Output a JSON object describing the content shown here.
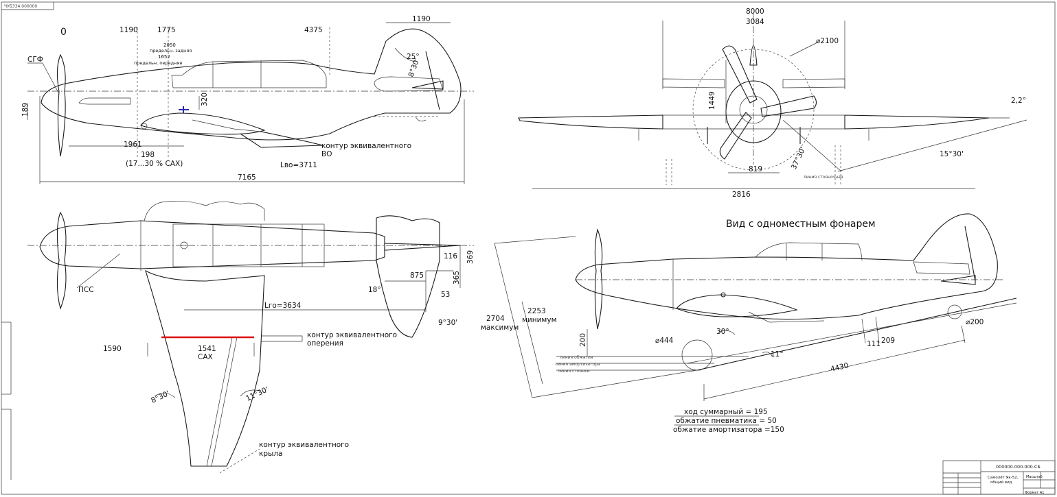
{
  "drawing": {
    "sheet_code": "ЧУБ334.000000",
    "zero_mark": "0",
    "side_view": {
      "dims": [
        "1190",
        "1775",
        "4375",
        "1190",
        "1961",
        "198",
        "(17...30 % САХ)",
        "7165",
        "189",
        "320",
        "25°",
        "8°30'"
      ],
      "cg_note_top": "2050",
      "cg_note_1": "предельн. задняя",
      "cg_note_2": "1652",
      "cg_note_3": "предельн. передняя",
      "sgf": "СГФ",
      "contour_vo_1": "контур эквивалентного",
      "contour_vo_2": "ВО",
      "lvo": "Lво=3711"
    },
    "front_view": {
      "dims": [
        "8000",
        "3084",
        "⌀2100",
        "1449",
        "819",
        "2816",
        "37°30'",
        "15°30'",
        "2,2°"
      ],
      "note": "линия стояночная"
    },
    "top_view": {
      "dims": [
        "116",
        "369",
        "875",
        "365",
        "18°",
        "53",
        "9°30'",
        "1541",
        "САХ",
        "1590",
        "8°30'",
        "11°30'"
      ],
      "pss": "ПСС",
      "lgo": "Lго=3634",
      "contour_op_1": "контур эквивалентного",
      "contour_op_2": "оперения",
      "contour_wing_1": "контур эквивалентного",
      "contour_wing_2": "крыла"
    },
    "single_seat": {
      "title": "Вид с одноместным фонарем",
      "dims": [
        "2704",
        "максимум",
        "2253",
        "минимум",
        "200",
        "⌀444",
        "30°",
        "11°",
        "111",
        "209",
        "⌀200",
        "4430"
      ],
      "line_notes": [
        "линия обжатия",
        "линия амортизатора",
        "линия стоянки"
      ]
    },
    "stroke": {
      "total": "ход суммарный = 195",
      "pneu": "обжатие пневматика = 50",
      "shock": "обжатие амортизатора =150"
    },
    "title_block": {
      "code": "000000.000.000.СБ",
      "name_1": "Самолёт Як-52,",
      "name_2": "общий вид",
      "scale_note": "Масштаб",
      "format": "Формат А1"
    }
  }
}
